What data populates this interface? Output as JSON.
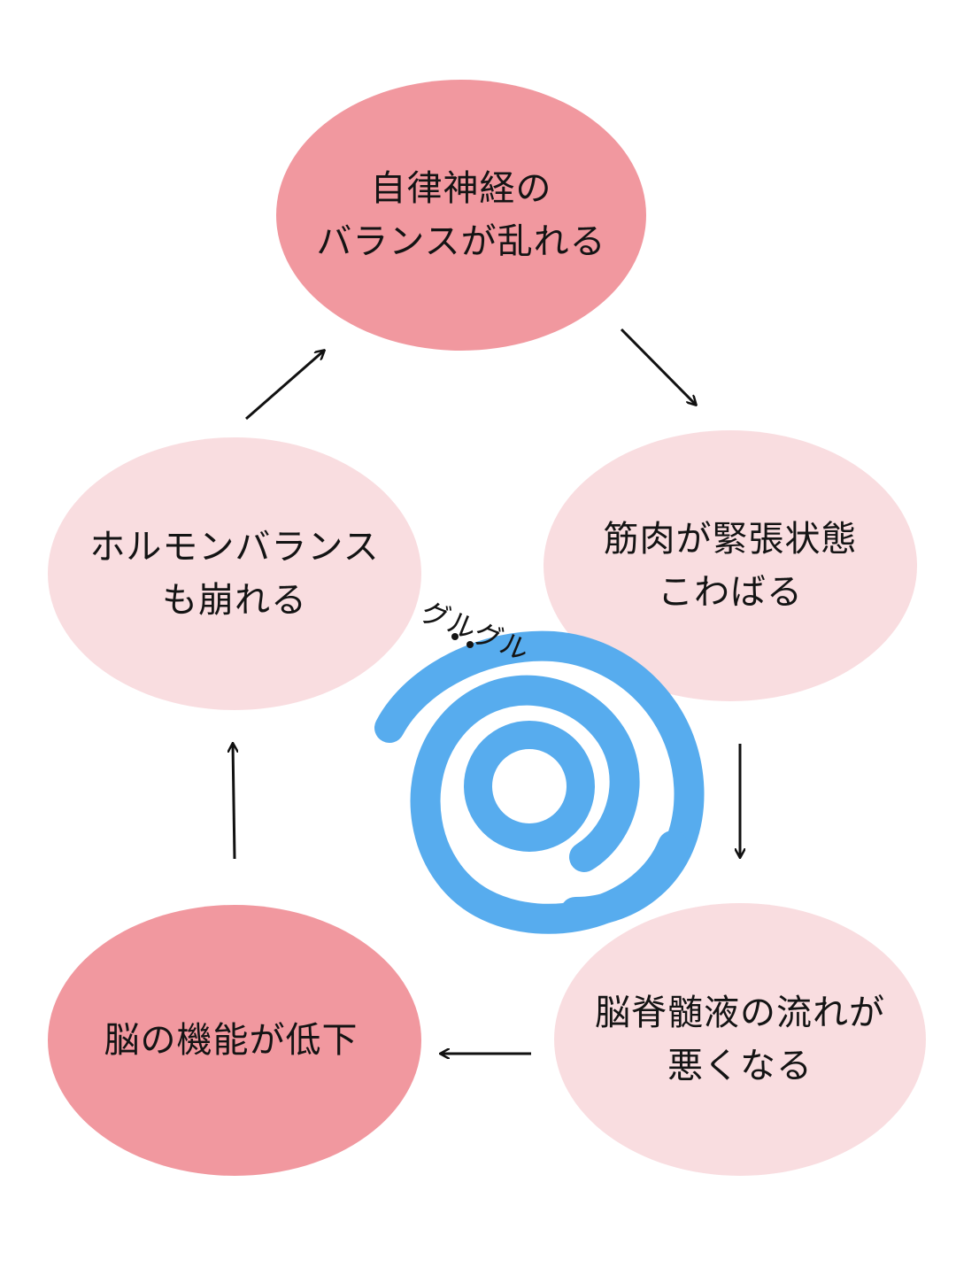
{
  "colors": {
    "dark_pink": "#f1989f",
    "light_pink": "#f9dde0",
    "spiral_blue": "#57acee",
    "arrow": "#111111"
  },
  "nodes": {
    "top": {
      "line1": "自律神経の",
      "line2": "バランスが乱れる"
    },
    "right": {
      "line1": "筋肉が緊張状態",
      "line2": "こわばる"
    },
    "bottom_right": {
      "line1": "脳脊髄液の流れが",
      "line2": "悪くなる"
    },
    "bottom_left": {
      "line1": "脳の機能が低下"
    },
    "left": {
      "line1": "ホルモンバランス",
      "line2": "も崩れる"
    }
  },
  "center": {
    "label": "グルグル",
    "icon": "spiral-icon"
  }
}
